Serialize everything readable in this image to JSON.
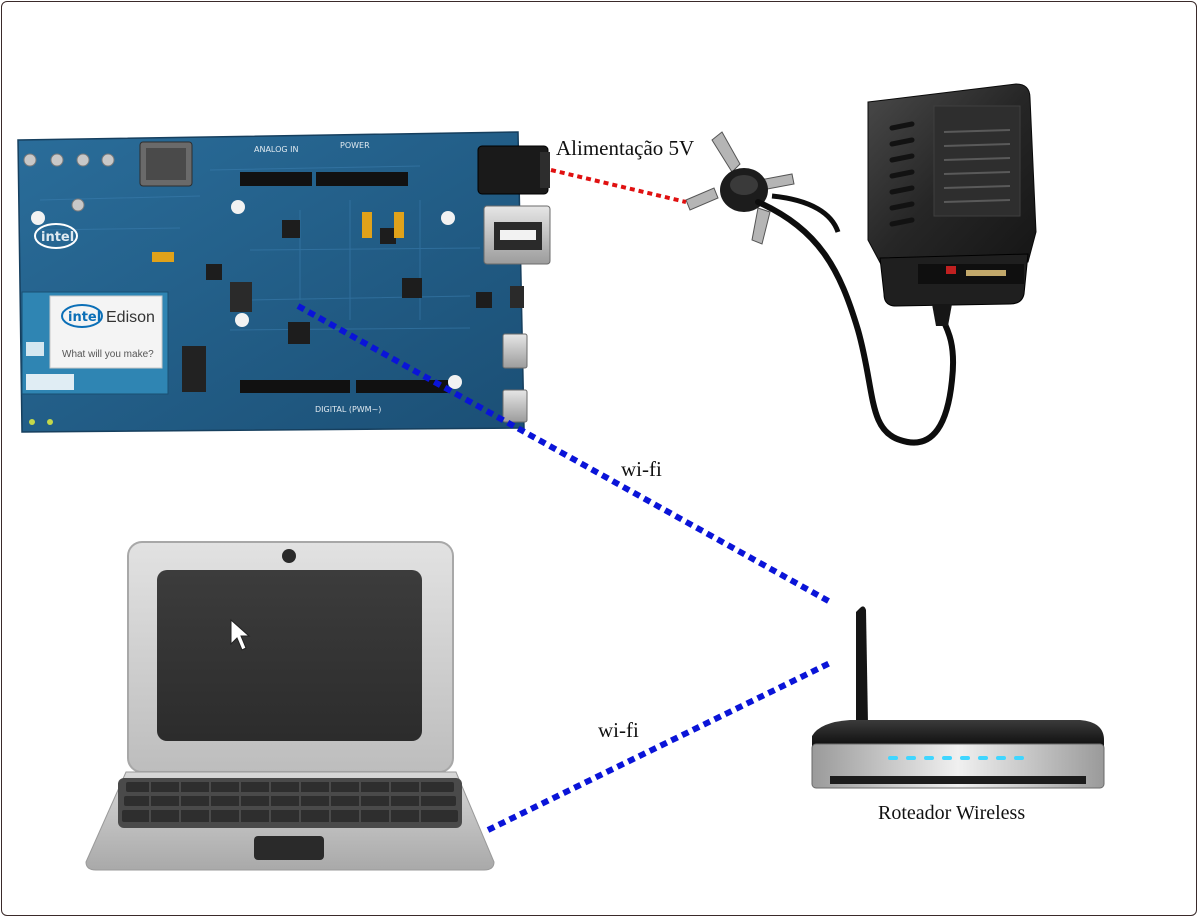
{
  "labels": {
    "power": "Alimentação 5V",
    "wifi_board": "wi-fi",
    "wifi_laptop": "wi-fi",
    "router": "Roteador Wireless"
  },
  "board": {
    "brand": "intel",
    "module_brand": "intel",
    "module_name": "Edison",
    "module_tagline": "What will you make?",
    "silk_analog": "ANALOG IN",
    "silk_power": "POWER",
    "silk_digital": "DIGITAL (PWM~)"
  },
  "colors": {
    "power_line": "#e01010",
    "wifi_line": "#0a14d8",
    "board": "#1f5a84",
    "router_led": "#3fd6ff",
    "frame": "#3a2a2a"
  }
}
